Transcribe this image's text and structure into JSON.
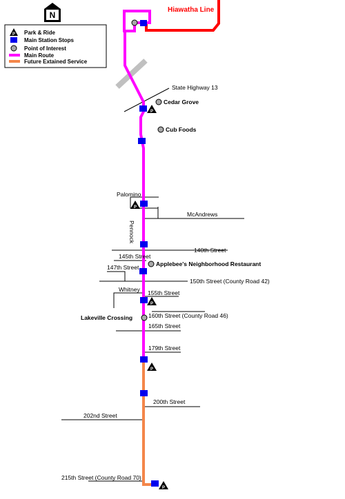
{
  "north_symbol": "N",
  "hiawatha_label": "Hiawatha Line",
  "legend": {
    "park_ride": "Park & Ride",
    "main_stops": "Main Station Stops",
    "poi": "Point of Interest",
    "main_route": "Main Route",
    "future": "Future Extained Service",
    "park_ride_glyph": "P"
  },
  "colors": {
    "main_route": "#ff00ff",
    "future_service": "#f4864a",
    "hiawatha": "#ff0000",
    "station": "#0000ee",
    "poi": "#a8a8a8",
    "highway": "#c0c0c0"
  },
  "streets": {
    "state_highway_13": "State Highway 13",
    "palomino": "Palomino",
    "mcandrews": "McAndrews",
    "pennock": "Pennock",
    "st_140": "140th Street",
    "st_145": "145th Street",
    "st_147": "147th Street",
    "st_150": "150th Street (County Road 42)",
    "whitney": "Whitney",
    "st_155": "155th Street",
    "st_160": "160th Street (County Road 46)",
    "st_165": "165th Street",
    "st_179": "179th Street",
    "st_200": "200th Street",
    "st_202": "202nd Street",
    "st_215": "215th Street (County Road 70)"
  },
  "pois": {
    "cedar_grove": "Cedar Grove",
    "cub_foods": "Cub Foods",
    "applebees": "Applebee's Neighborhood Restaurant",
    "lakeville_crossing": "Lakeville Crossing"
  }
}
